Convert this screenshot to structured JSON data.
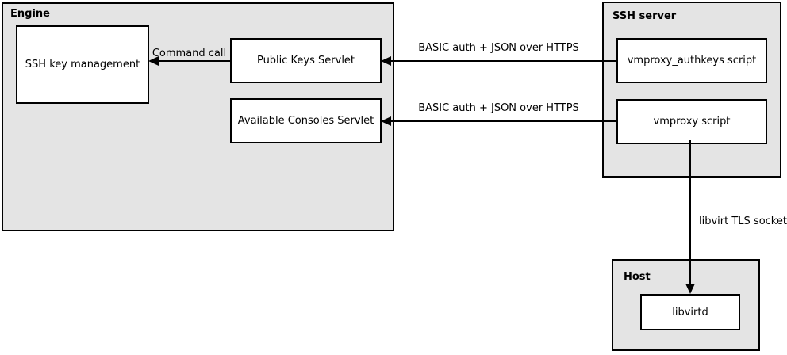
{
  "colors": {
    "container_fill": "#e4e4e4",
    "node_fill": "#ffffff",
    "line": "#000000",
    "canvas_background": "#ffffff"
  },
  "containers": {
    "engine": {
      "title": "Engine"
    },
    "ssh_server": {
      "title": "SSH server"
    },
    "host": {
      "title": "Host"
    }
  },
  "nodes": {
    "ssh_key_management": {
      "label": "SSH key management"
    },
    "public_keys_servlet": {
      "label": "Public Keys Servlet"
    },
    "available_consoles_servlet": {
      "label": "Available Consoles Servlet"
    },
    "vmproxy_authkeys_script": {
      "label": "vmproxy_authkeys script"
    },
    "vmproxy_script": {
      "label": "vmproxy script"
    },
    "libvirtd": {
      "label": "libvirtd"
    }
  },
  "edges": {
    "command_call": {
      "label": "Command call",
      "from": "public_keys_servlet",
      "to": "ssh_key_management"
    },
    "basic_auth_public_keys": {
      "label": "BASIC auth + JSON over HTTPS",
      "from": "vmproxy_authkeys_script",
      "to": "public_keys_servlet"
    },
    "basic_auth_consoles": {
      "label": "BASIC auth + JSON over HTTPS",
      "from": "vmproxy_script",
      "to": "available_consoles_servlet"
    },
    "libvirt_tls": {
      "label": "libvirt TLS socket",
      "from": "vmproxy_script",
      "to": "libvirtd"
    }
  }
}
